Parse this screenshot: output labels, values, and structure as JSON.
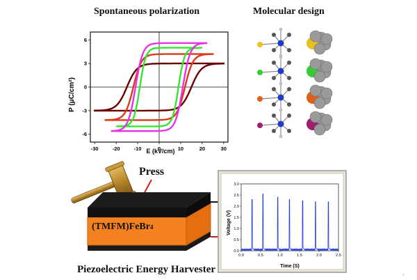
{
  "headings": {
    "left": "Spontaneous polarization",
    "right": "Molecular design"
  },
  "bottom": {
    "press_label": "Press",
    "device_label": "(TMFM)FeBr",
    "device_sub": "4",
    "caption": "Piezoelectric Energy Harvester"
  },
  "colors": {
    "dark_red": "#6b0000",
    "red": "#d93a1c",
    "green": "#33e633",
    "magenta": "#e633e6",
    "orange_box": "#f4811f",
    "signal_blue": "#1f3de0"
  },
  "chart_data": [
    {
      "type": "line",
      "title": "",
      "xlabel": "E (kV/cm)",
      "ylabel": "P (μC/cm²)",
      "xlim": [
        -32,
        32
      ],
      "ylim": [
        -7,
        7
      ],
      "xticks": [
        -30,
        -20,
        -10,
        0,
        10,
        20,
        30
      ],
      "yticks": [
        -6,
        -3,
        0,
        3,
        6
      ],
      "series": [
        {
          "color": "#6b0000",
          "ps": 3.0,
          "ec": 15.0,
          "emax": 30
        },
        {
          "color": "#d93a1c",
          "ps": 4.2,
          "ec": 12.0,
          "emax": 25
        },
        {
          "color": "#33e633",
          "ps": 5.0,
          "ec": 9.0,
          "emax": 20
        },
        {
          "color": "#e633e6",
          "ps": 5.6,
          "ec": 11.0,
          "emax": 22
        }
      ]
    },
    {
      "type": "line",
      "title": "",
      "xlabel": "Time (S)",
      "ylabel": "Voltage (V)",
      "xlim": [
        0,
        2.5
      ],
      "ylim": [
        0,
        3.0
      ],
      "xticks": [
        "0.0",
        "0.5",
        "1.0",
        "1.5",
        "2.0",
        "2.5"
      ],
      "yticks": [
        "0.0",
        "0.5",
        "1.0",
        "1.5",
        "2.0",
        "2.5",
        "3.0"
      ],
      "peaks_x": [
        0.28,
        0.56,
        0.94,
        1.24,
        1.58,
        1.91,
        2.24
      ],
      "peaks_y": [
        2.3,
        2.55,
        2.4,
        2.3,
        2.25,
        2.2,
        2.2
      ],
      "baseline": 0.05
    }
  ]
}
